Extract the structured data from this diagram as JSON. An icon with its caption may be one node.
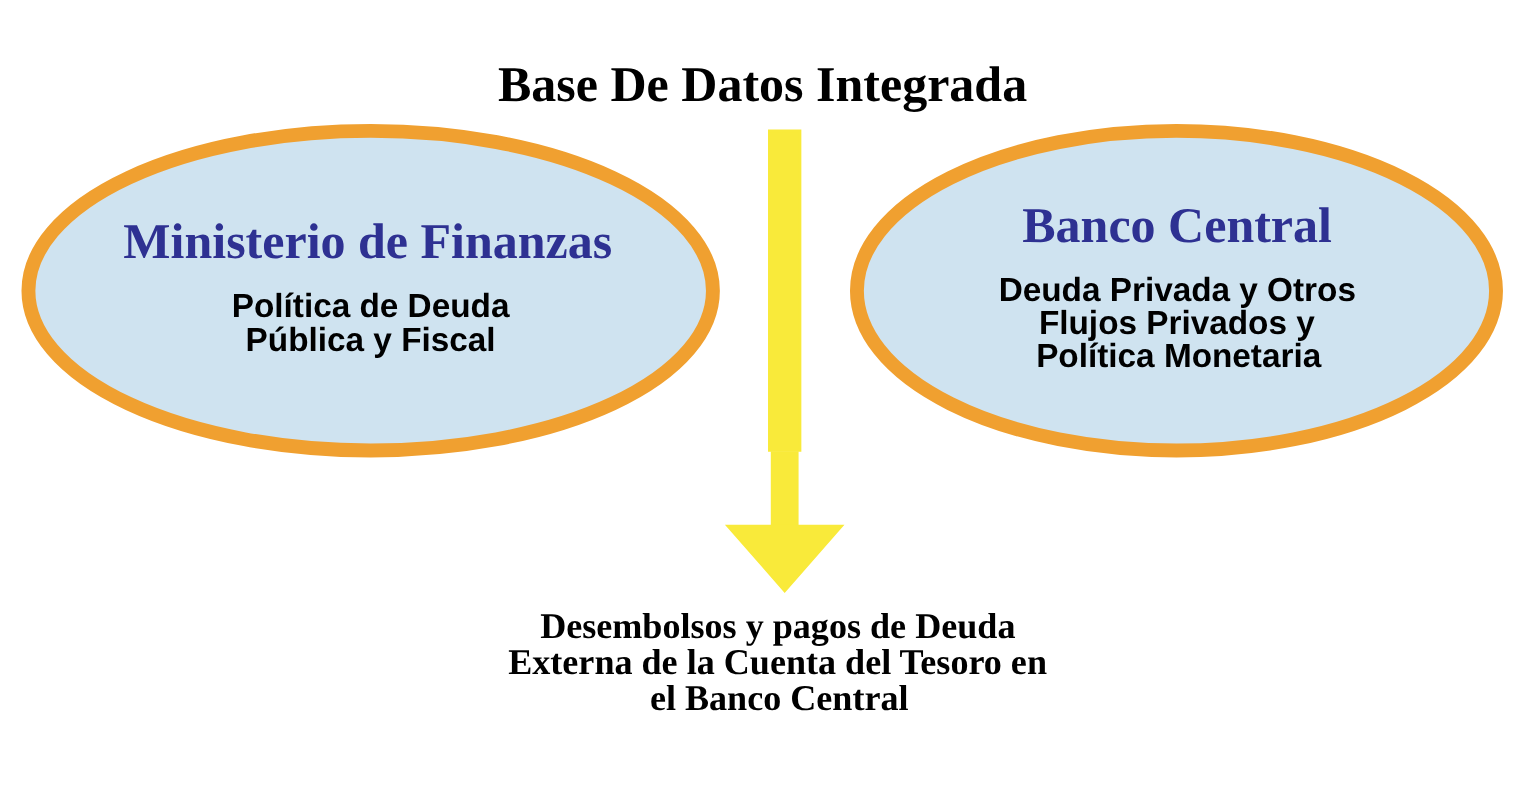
{
  "diagram": {
    "title": "Base De Datos Integrada",
    "nodes": [
      {
        "text": [
          "Ministerio de Finanzas",
          "Política de Deuda Pública y Fiscal"
        ]
      },
      {
        "text": [],
        "shape": "bar"
      },
      {
        "text": [
          "Banco Central",
          "Deuda Privada y Otros Flujos Privados y Política Monetaria"
        ]
      },
      {
        "text": [
          "Desembolsos y pagos de Deuda Externa de la Cuenta del Tesoro en el Banco Central"
        ]
      }
    ],
    "edges": [
      {
        "from": 1,
        "to": 3,
        "arrow": "to"
      }
    ]
  }
}
